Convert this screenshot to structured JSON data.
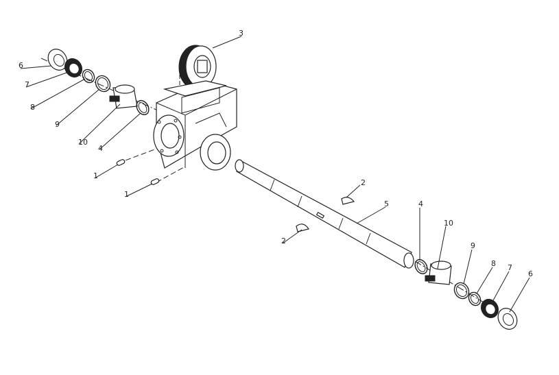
{
  "diagram": {
    "type": "exploded-assembly",
    "callouts": {
      "c6_left": "6",
      "c7_left": "7",
      "c8_left": "8",
      "c9_left": "9",
      "c10_left": "10",
      "c4_left": "4",
      "c1_upper": "1",
      "c1_lower": "1",
      "c3": "3",
      "c2_upper": "2",
      "c2_lower": "2",
      "c5": "5",
      "c4_right": "4",
      "c10_right": "10",
      "c9_right": "9",
      "c8_right": "8",
      "c7_right": "7",
      "c6_right": "6"
    }
  }
}
